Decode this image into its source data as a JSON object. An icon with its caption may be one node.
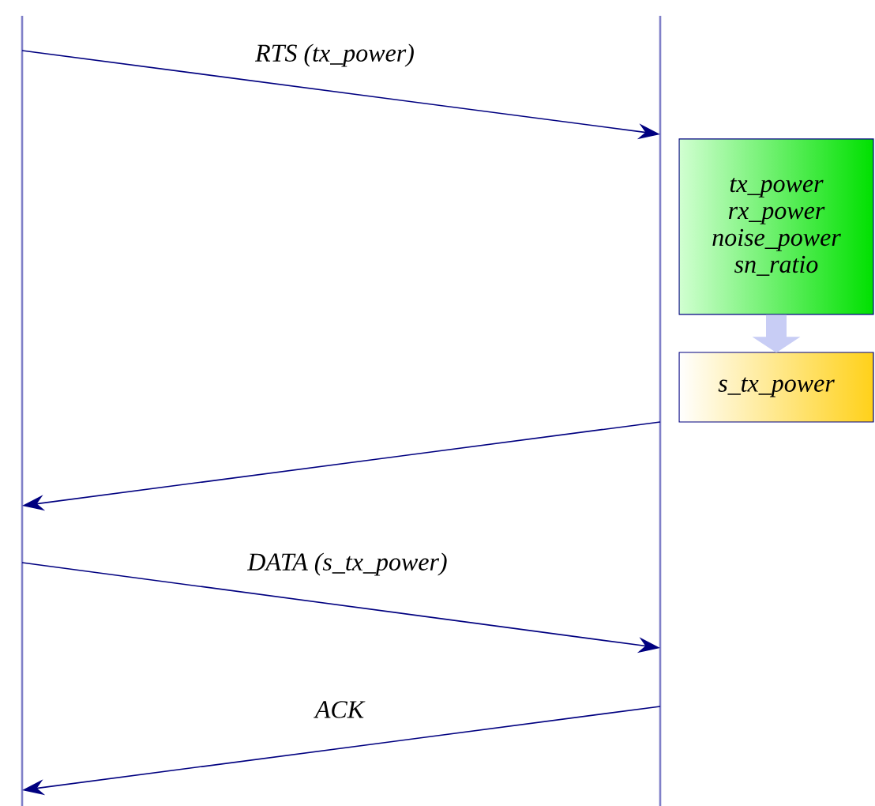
{
  "diagram": {
    "nodes": [
      {
        "text": [],
        "shape": "line"
      },
      {
        "text": [],
        "shape": "line"
      },
      {
        "text": [
          "tx_power rx_power noise_power sn_ratio"
        ]
      },
      {
        "text": [
          "s_tx_power"
        ]
      }
    ],
    "edges": [
      {
        "from": 0,
        "to": 1,
        "arrow": "to",
        "label": "RTS (tx_power)"
      },
      {
        "from": 2,
        "to": 3,
        "arrow": "to",
        "style": "thick",
        "color": "#c8cdf5"
      },
      {
        "from": 1,
        "to": 0,
        "arrow": "to"
      },
      {
        "from": 0,
        "to": 1,
        "arrow": "to",
        "label": "DATA (s_tx_power)"
      },
      {
        "from": 1,
        "to": 0,
        "arrow": "to",
        "label": "ACK"
      }
    ]
  }
}
